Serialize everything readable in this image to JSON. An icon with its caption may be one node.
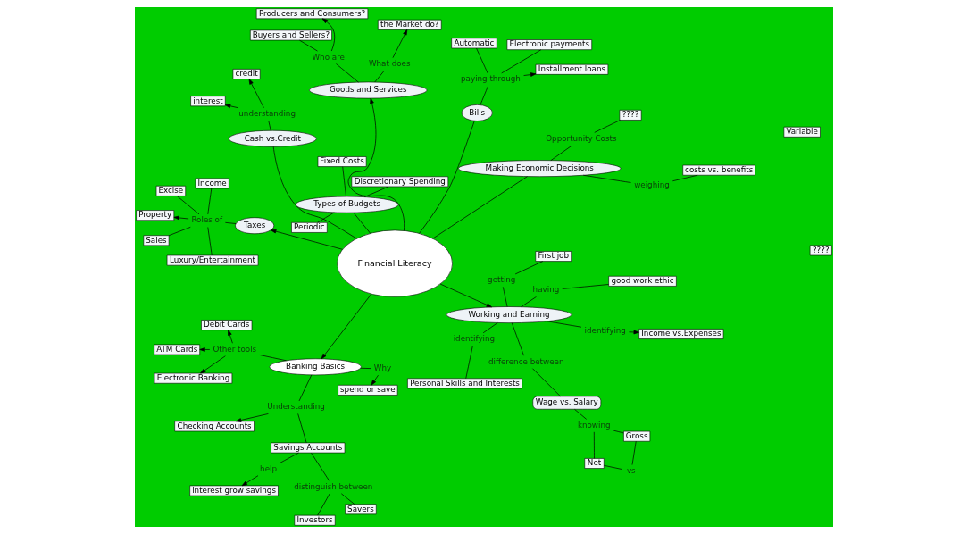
{
  "diagram": {
    "nodes": [
      {
        "text": [
          "Financial Literacy"
        ]
      },
      {
        "text": [
          "Working and Earning"
        ]
      },
      {
        "text": [
          "Cash vs.Credit"
        ]
      },
      {
        "text": [
          "Goods and Services"
        ]
      },
      {
        "text": [
          "Banking Basics"
        ]
      },
      {
        "text": [
          "Taxes"
        ]
      },
      {
        "text": [
          "Bills"
        ]
      },
      {
        "text": [
          "Types of Budgets"
        ]
      },
      {
        "text": [
          "Making Economic Decisions"
        ]
      },
      {
        "text": [
          "Income vs.Expenses"
        ]
      },
      {
        "text": [
          "identifying"
        ]
      },
      {
        "text": [
          "difference between"
        ]
      },
      {
        "text": [
          "Wage vs. Salary"
        ]
      },
      {
        "text": [
          "knowing"
        ]
      },
      {
        "text": [
          "Gross"
        ]
      },
      {
        "text": [
          "Net"
        ]
      },
      {
        "text": [
          "vs"
        ]
      },
      {
        "text": [
          "having"
        ]
      },
      {
        "text": [
          "good work ethic"
        ]
      },
      {
        "text": [
          "getting"
        ]
      },
      {
        "text": [
          "First job"
        ]
      },
      {
        "text": [
          "identifying"
        ]
      },
      {
        "text": [
          "Personal Skills and Interests"
        ]
      },
      {
        "text": [
          "interest"
        ]
      },
      {
        "text": [
          "understanding"
        ]
      },
      {
        "text": [
          "credit"
        ]
      },
      {
        "text": [
          "What does"
        ]
      },
      {
        "text": [
          "the Market do?"
        ]
      },
      {
        "text": [
          "Who are"
        ]
      },
      {
        "text": [
          "Producers and Consumers?"
        ]
      },
      {
        "text": [
          "Buyers and Sellers?"
        ]
      },
      {
        "text": [
          "Other tools"
        ]
      },
      {
        "text": [
          "Debit Cards"
        ]
      },
      {
        "text": [
          "ATM Cards"
        ]
      },
      {
        "text": [
          "Electronic Banking"
        ]
      },
      {
        "text": [
          "Why"
        ]
      },
      {
        "text": [
          "spend or save"
        ]
      },
      {
        "text": [
          "Understanding"
        ]
      },
      {
        "text": [
          "Checking Accounts"
        ]
      },
      {
        "text": [
          "Savings Accounts"
        ]
      },
      {
        "text": [
          "help"
        ]
      },
      {
        "text": [
          "interest grow savings"
        ]
      },
      {
        "text": [
          "distinguish between"
        ]
      },
      {
        "text": [
          "Savers"
        ]
      },
      {
        "text": [
          "Investors"
        ]
      },
      {
        "text": [
          "Roles of"
        ]
      },
      {
        "text": [
          "Property"
        ]
      },
      {
        "text": [
          "Sales"
        ]
      },
      {
        "text": [
          "Income"
        ]
      },
      {
        "text": [
          "Excise"
        ]
      },
      {
        "text": [
          "Luxury/Entertainment"
        ]
      },
      {
        "text": [
          "paying through"
        ]
      },
      {
        "text": [
          "Installment loans"
        ]
      },
      {
        "text": [
          "Electronic payments"
        ]
      },
      {
        "text": [
          "Automatic"
        ]
      },
      {
        "text": [
          "Discretionary Spending"
        ]
      },
      {
        "text": [
          "Variable"
        ]
      },
      {
        "text": [
          "Fixed Costs"
        ]
      },
      {
        "text": [
          "Periodic"
        ]
      },
      {
        "text": [
          "Opportunity Costs"
        ]
      },
      {
        "text": [
          "????"
        ]
      },
      {
        "text": [
          "weighing"
        ]
      },
      {
        "text": [
          "costs vs. benefits"
        ]
      },
      {
        "text": [
          "????"
        ]
      }
    ],
    "edges": [
      {
        "from": 0,
        "to": 1,
        "arrow": "to"
      },
      {
        "from": 0,
        "to": 2,
        "arrow": "none"
      },
      {
        "from": 0,
        "to": 3,
        "arrow": "to"
      },
      {
        "from": 0,
        "to": 4,
        "arrow": "to"
      },
      {
        "from": 0,
        "to": 5,
        "arrow": "to"
      },
      {
        "from": 0,
        "to": 6,
        "arrow": "none"
      },
      {
        "from": 0,
        "to": 7,
        "arrow": "none"
      },
      {
        "from": 0,
        "to": 8,
        "arrow": "none"
      },
      {
        "from": 1,
        "to": 10,
        "arrow": "none"
      },
      {
        "from": 10,
        "to": 9,
        "arrow": "to"
      },
      {
        "from": 1,
        "to": 11,
        "arrow": "none"
      },
      {
        "from": 11,
        "to": 12,
        "arrow": "none"
      },
      {
        "from": 12,
        "to": 13,
        "arrow": "none"
      },
      {
        "from": 13,
        "to": 14,
        "arrow": "none"
      },
      {
        "from": 13,
        "to": 15,
        "arrow": "none"
      },
      {
        "from": 14,
        "to": 16,
        "arrow": "none"
      },
      {
        "from": 16,
        "to": 15,
        "arrow": "none"
      },
      {
        "from": 1,
        "to": 17,
        "arrow": "none"
      },
      {
        "from": 17,
        "to": 18,
        "arrow": "none"
      },
      {
        "from": 1,
        "to": 19,
        "arrow": "none"
      },
      {
        "from": 19,
        "to": 20,
        "arrow": "none"
      },
      {
        "from": 1,
        "to": 21,
        "arrow": "none"
      },
      {
        "from": 21,
        "to": 22,
        "arrow": "none"
      },
      {
        "from": 2,
        "to": 24,
        "arrow": "none"
      },
      {
        "from": 24,
        "to": 23,
        "arrow": "to"
      },
      {
        "from": 24,
        "to": 25,
        "arrow": "to"
      },
      {
        "from": 3,
        "to": 26,
        "arrow": "none"
      },
      {
        "from": 26,
        "to": 27,
        "arrow": "to"
      },
      {
        "from": 3,
        "to": 28,
        "arrow": "none"
      },
      {
        "from": 28,
        "to": 29,
        "arrow": "to"
      },
      {
        "from": 28,
        "to": 30,
        "arrow": "none"
      },
      {
        "from": 4,
        "to": 31,
        "arrow": "none"
      },
      {
        "from": 31,
        "to": 32,
        "arrow": "to"
      },
      {
        "from": 31,
        "to": 33,
        "arrow": "to"
      },
      {
        "from": 31,
        "to": 34,
        "arrow": "to"
      },
      {
        "from": 4,
        "to": 35,
        "arrow": "none"
      },
      {
        "from": 35,
        "to": 36,
        "arrow": "to"
      },
      {
        "from": 4,
        "to": 37,
        "arrow": "none"
      },
      {
        "from": 37,
        "to": 38,
        "arrow": "to"
      },
      {
        "from": 37,
        "to": 39,
        "arrow": "none"
      },
      {
        "from": 39,
        "to": 40,
        "arrow": "none"
      },
      {
        "from": 40,
        "to": 41,
        "arrow": "to"
      },
      {
        "from": 39,
        "to": 42,
        "arrow": "none"
      },
      {
        "from": 42,
        "to": 43,
        "arrow": "none"
      },
      {
        "from": 42,
        "to": 44,
        "arrow": "none"
      },
      {
        "from": 5,
        "to": 45,
        "arrow": "none"
      },
      {
        "from": 45,
        "to": 46,
        "arrow": "to"
      },
      {
        "from": 45,
        "to": 47,
        "arrow": "none"
      },
      {
        "from": 45,
        "to": 48,
        "arrow": "none"
      },
      {
        "from": 45,
        "to": 49,
        "arrow": "none"
      },
      {
        "from": 45,
        "to": 50,
        "arrow": "none"
      },
      {
        "from": 6,
        "to": 51,
        "arrow": "none"
      },
      {
        "from": 51,
        "to": 52,
        "arrow": "to"
      },
      {
        "from": 51,
        "to": 53,
        "arrow": "none"
      },
      {
        "from": 51,
        "to": 54,
        "arrow": "none"
      },
      {
        "from": 7,
        "to": 55,
        "arrow": "none"
      },
      {
        "from": 7,
        "to": 57,
        "arrow": "none"
      },
      {
        "from": 7,
        "to": 58,
        "arrow": "none"
      },
      {
        "from": 8,
        "to": 59,
        "arrow": "none"
      },
      {
        "from": 59,
        "to": 60,
        "arrow": "none"
      },
      {
        "from": 8,
        "to": 61,
        "arrow": "none"
      },
      {
        "from": 61,
        "to": 62,
        "arrow": "none"
      }
    ]
  }
}
